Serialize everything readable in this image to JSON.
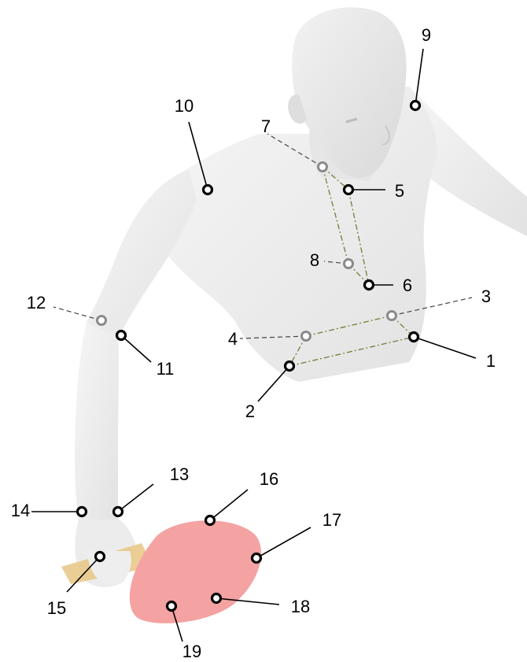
{
  "markers": [
    {
      "id": "1",
      "label": "1",
      "kind": "front"
    },
    {
      "id": "2",
      "label": "2",
      "kind": "front"
    },
    {
      "id": "3",
      "label": "3",
      "kind": "back"
    },
    {
      "id": "4",
      "label": "4",
      "kind": "back"
    },
    {
      "id": "5",
      "label": "5",
      "kind": "front"
    },
    {
      "id": "6",
      "label": "6",
      "kind": "front"
    },
    {
      "id": "7",
      "label": "7",
      "kind": "back"
    },
    {
      "id": "8",
      "label": "8",
      "kind": "back"
    },
    {
      "id": "9",
      "label": "9",
      "kind": "front"
    },
    {
      "id": "10",
      "label": "10",
      "kind": "front"
    },
    {
      "id": "11",
      "label": "11",
      "kind": "front"
    },
    {
      "id": "12",
      "label": "12",
      "kind": "back"
    },
    {
      "id": "13",
      "label": "13",
      "kind": "front"
    },
    {
      "id": "14",
      "label": "14",
      "kind": "front"
    },
    {
      "id": "15",
      "label": "15",
      "kind": "front"
    },
    {
      "id": "16",
      "label": "16",
      "kind": "front"
    },
    {
      "id": "17",
      "label": "17",
      "kind": "front"
    },
    {
      "id": "18",
      "label": "18",
      "kind": "front"
    },
    {
      "id": "19",
      "label": "19",
      "kind": "front"
    }
  ],
  "colors": {
    "body": "#ececec",
    "body_shadow": "#d6d6d6",
    "paddle": "#f4a2a2",
    "handle": "#e8c98a",
    "link_line": "#7a7a3a"
  }
}
